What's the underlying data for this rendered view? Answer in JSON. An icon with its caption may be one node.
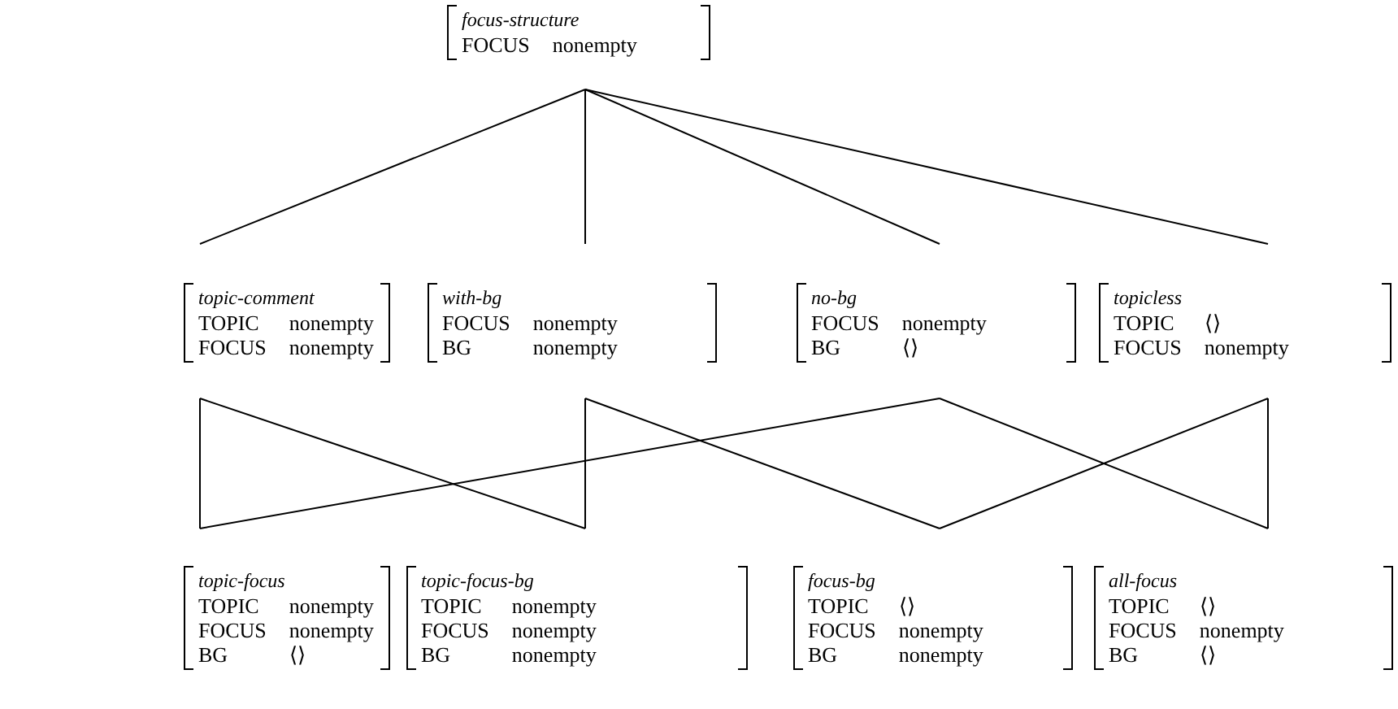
{
  "diagram": {
    "nodes": [
      {
        "text": [
          "focus-structure",
          "FOCUS",
          "nonempty"
        ]
      },
      {
        "text": [
          "topic-comment",
          "TOPIC",
          "nonempty",
          "FOCUS",
          "nonempty"
        ]
      },
      {
        "text": [
          "with-bg",
          "FOCUS",
          "nonempty",
          "BG",
          "nonempty"
        ]
      },
      {
        "text": [
          "no-bg",
          "FOCUS",
          "nonempty",
          "BG",
          "⟨⟩"
        ]
      },
      {
        "text": [
          "topicless",
          "TOPIC",
          "⟨⟩",
          "FOCUS",
          "nonempty"
        ]
      },
      {
        "text": [
          "topic-focus",
          "TOPIC",
          "nonempty",
          "FOCUS",
          "nonempty",
          "BG",
          "⟨⟩"
        ]
      },
      {
        "text": [
          "topic-focus-bg",
          "TOPIC",
          "nonempty",
          "FOCUS",
          "nonempty",
          "BG",
          "nonempty"
        ]
      },
      {
        "text": [
          "focus-bg",
          "TOPIC",
          "⟨⟩",
          "FOCUS",
          "nonempty",
          "BG",
          "nonempty"
        ]
      },
      {
        "text": [
          "all-focus",
          "TOPIC",
          "⟨⟩",
          "FOCUS",
          "nonempty",
          "BG",
          "⟨⟩"
        ]
      }
    ],
    "edges": [
      {
        "from": 0,
        "to": 1,
        "arrow": "none"
      },
      {
        "from": 0,
        "to": 2,
        "arrow": "none"
      },
      {
        "from": 0,
        "to": 3,
        "arrow": "none"
      },
      {
        "from": 0,
        "to": 4,
        "arrow": "none"
      },
      {
        "from": 1,
        "to": 5,
        "arrow": "none"
      },
      {
        "from": 1,
        "to": 6,
        "arrow": "none"
      },
      {
        "from": 2,
        "to": 6,
        "arrow": "none"
      },
      {
        "from": 2,
        "to": 7,
        "arrow": "none"
      },
      {
        "from": 3,
        "to": 5,
        "arrow": "none"
      },
      {
        "from": 3,
        "to": 8,
        "arrow": "none"
      },
      {
        "from": 4,
        "to": 7,
        "arrow": "none"
      },
      {
        "from": 4,
        "to": 8,
        "arrow": "none"
      }
    ]
  }
}
